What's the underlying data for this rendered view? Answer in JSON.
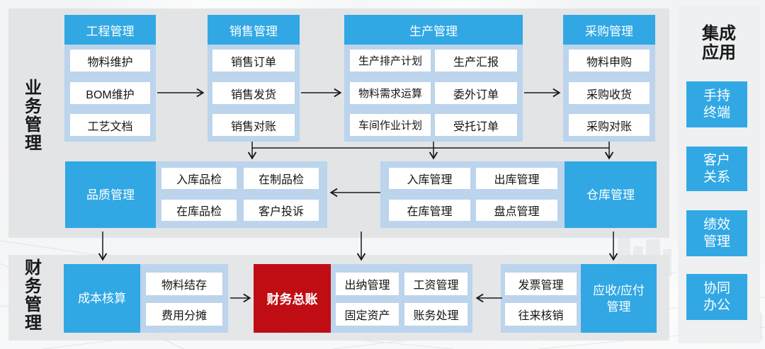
{
  "colors": {
    "accent_blue": "#31a8e4",
    "container_light_blue": "#bcd4ec",
    "ledger_red": "#bf0d13",
    "panel_gray": "#e2e4e6",
    "side_panel_gray": "#eef0f2",
    "arrow_black": "#1a1a1a"
  },
  "business": {
    "section_label": "业务管理",
    "columns": {
      "engineering": {
        "header": "工程管理",
        "items": [
          "物料维护",
          "BOM维护",
          "工艺文档"
        ]
      },
      "sales": {
        "header": "销售管理",
        "items": [
          "销售订单",
          "销售发货",
          "销售对账"
        ]
      },
      "production": {
        "header": "生产管理",
        "items_left": [
          "生产排产计划",
          "物料需求运算",
          "车间作业计划"
        ],
        "items_right": [
          "生产汇报",
          "委外订单",
          "受托订单"
        ]
      },
      "procurement": {
        "header": "采购管理",
        "items": [
          "物料申购",
          "采购收货",
          "采购对账"
        ]
      }
    },
    "quality": {
      "label": "品质管理",
      "items": [
        "入库品检",
        "在制品检",
        "在库品检",
        "客户投诉"
      ]
    },
    "warehouse": {
      "label": "仓库管理",
      "items": [
        "入库管理",
        "出库管理",
        "在库管理",
        "盘点管理"
      ]
    }
  },
  "finance": {
    "section_label": "财务管理",
    "cost_accounting": {
      "label": "成本核算",
      "items": [
        "物料结存",
        "费用分摊"
      ]
    },
    "general_ledger": {
      "label": "财务总账"
    },
    "ledger_items": [
      "出纳管理",
      "工资管理",
      "固定资产",
      "账务处理"
    ],
    "receivable_payable": {
      "line1": "应收/应付",
      "line2": "管理",
      "items": [
        "发票管理",
        "往来核销"
      ]
    }
  },
  "integration": {
    "title_line1": "集成",
    "title_line2": "应用",
    "apps": [
      {
        "line1": "手持",
        "line2": "终端"
      },
      {
        "line1": "客户",
        "line2": "关系"
      },
      {
        "line1": "绩效",
        "line2": "管理"
      },
      {
        "line1": "协同",
        "line2": "办公"
      }
    ]
  }
}
